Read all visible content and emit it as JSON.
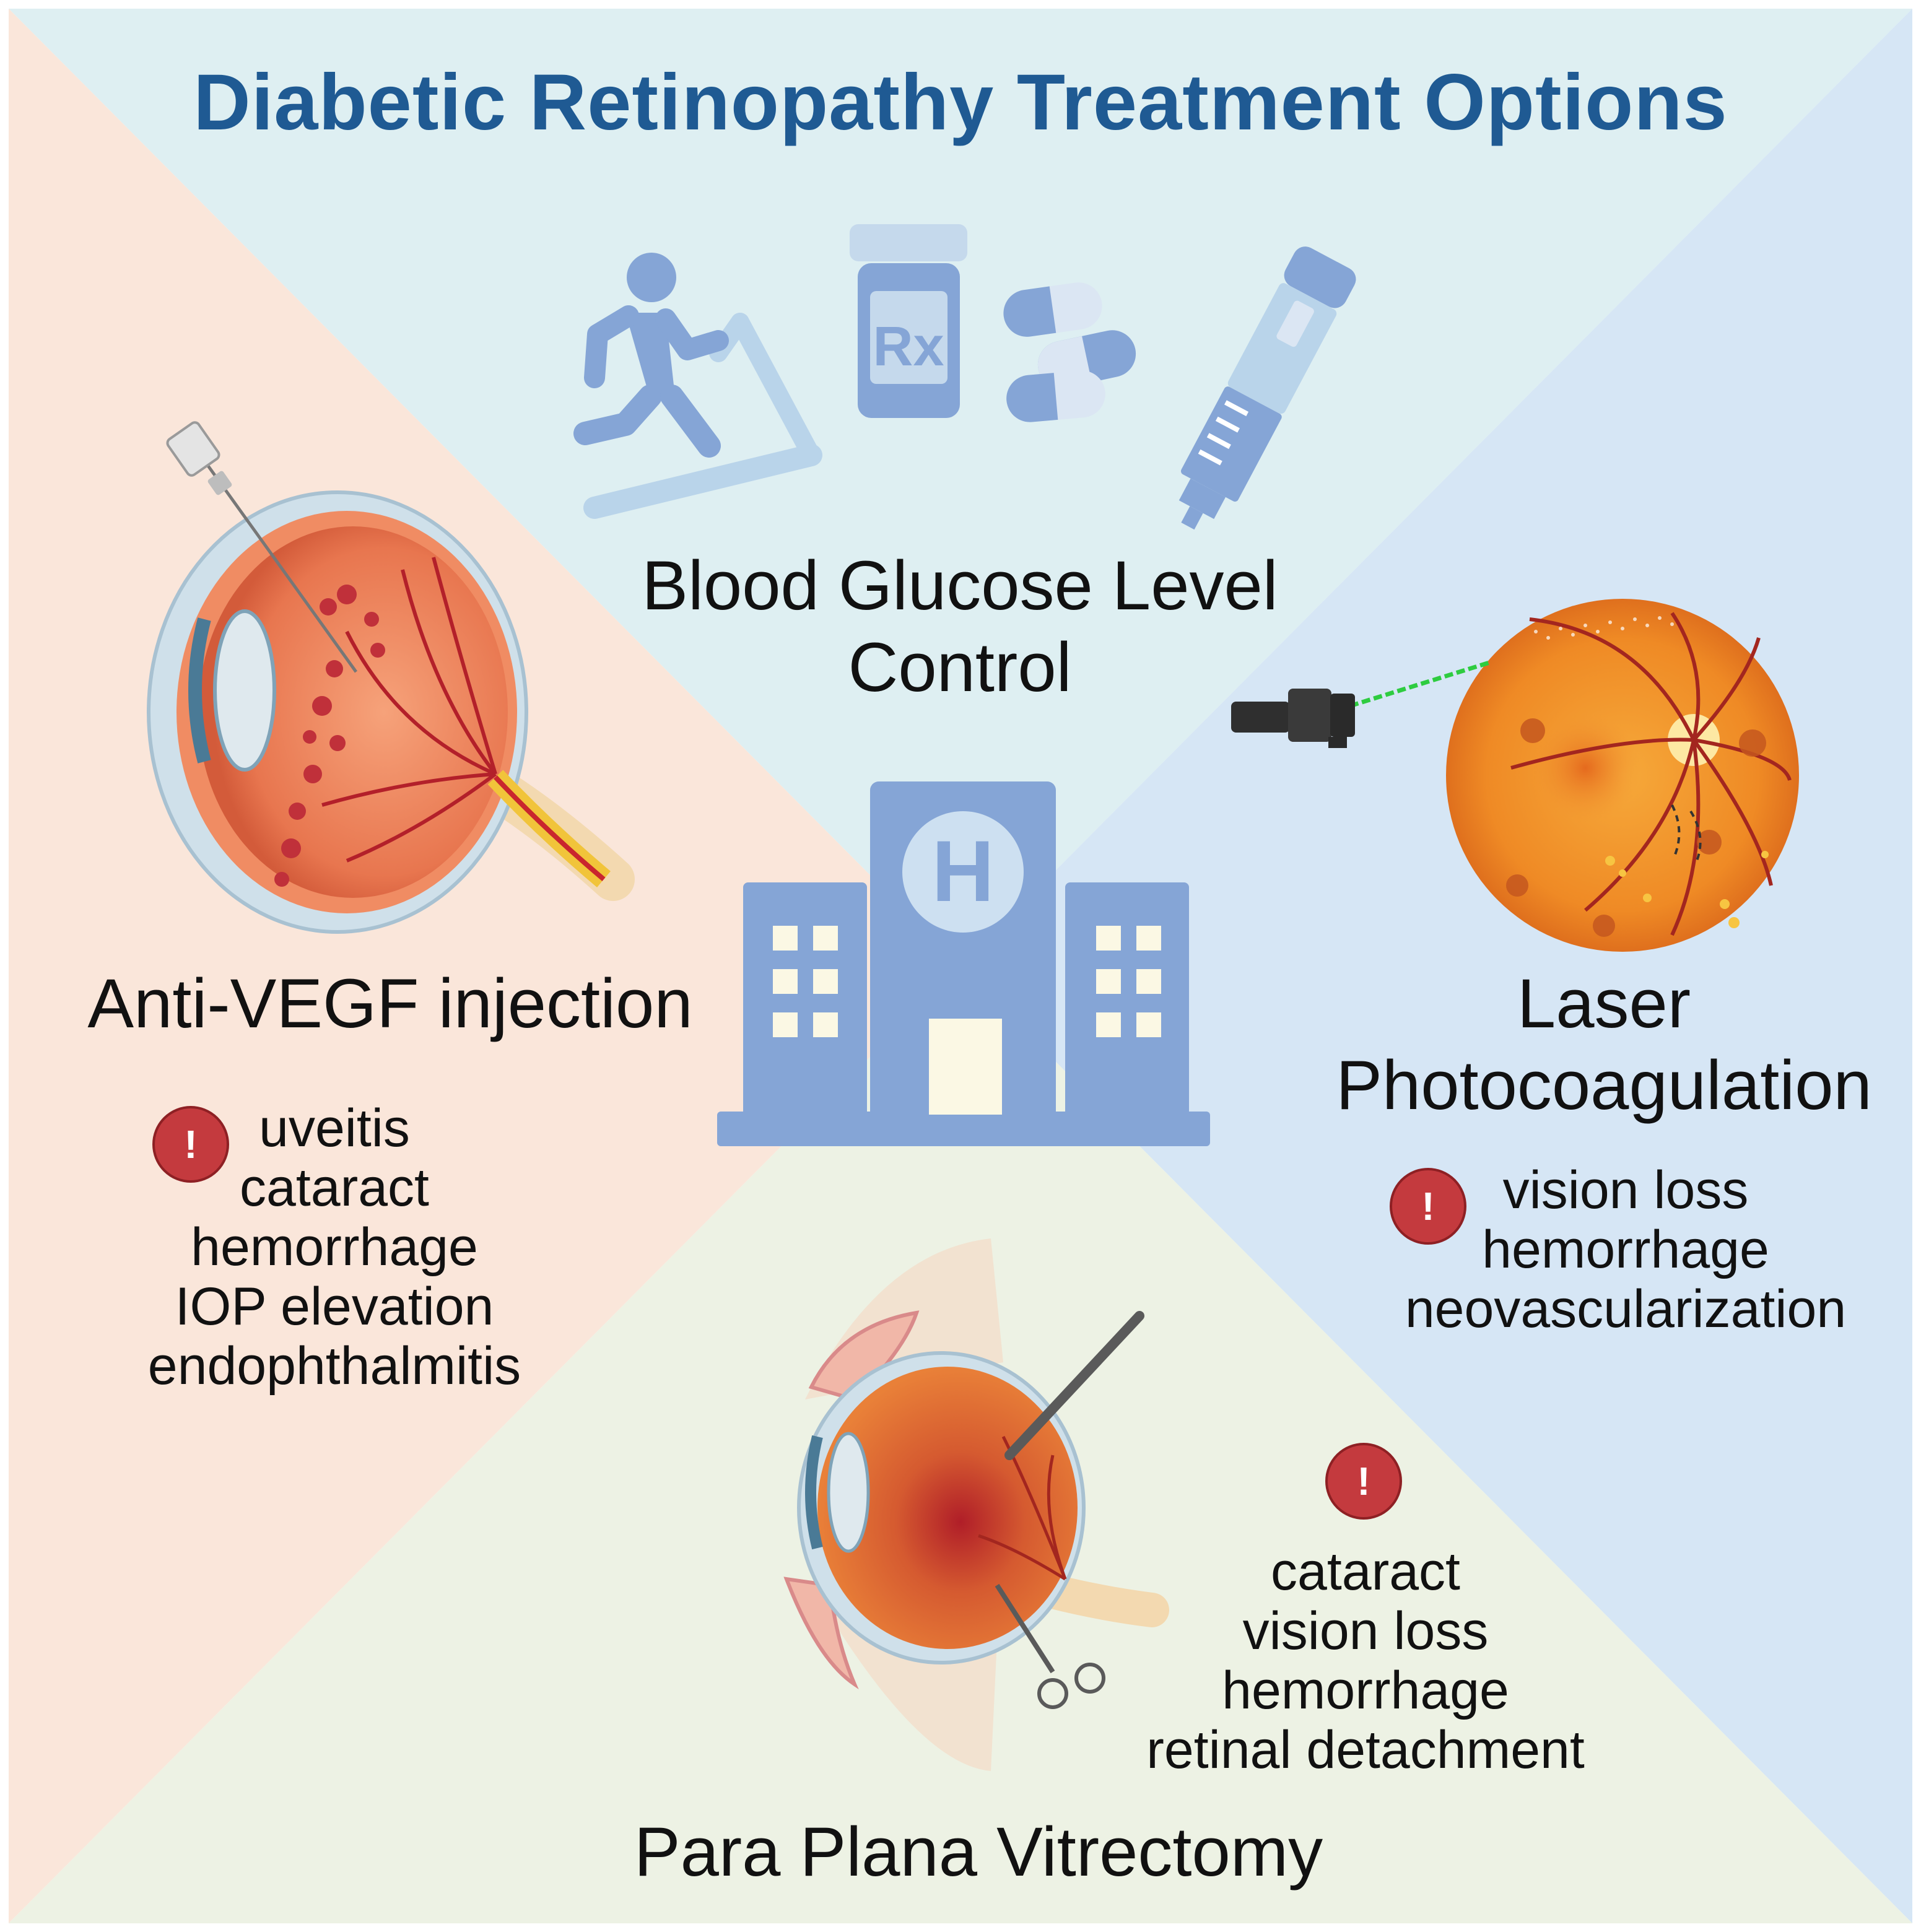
{
  "title": "Diabetic Retinopathy Treatment Options",
  "center_icon": "hospital-icon",
  "sections": {
    "glucose": {
      "label_line1": "Blood Glucose Level",
      "label_line2": "Control",
      "icons": [
        "treadmill-runner-icon",
        "prescription-bottle-icon",
        "pills-icon",
        "insulin-pen-icon"
      ],
      "pill_glyph": "Rx"
    },
    "anti_vegf": {
      "label": "Anti-VEGF injection",
      "risks": [
        "uveitis",
        "cataract",
        "hemorrhage",
        "IOP elevation",
        "endophthalmitis"
      ],
      "warning_glyph": "!"
    },
    "laser": {
      "label_line1": "Laser",
      "label_line2": "Photocoagulation",
      "risks": [
        "vision loss",
        "hemorrhage",
        "neovascularization"
      ],
      "warning_glyph": "!"
    },
    "vitrectomy": {
      "label": "Para Plana Vitrectomy",
      "risks": [
        "cataract",
        "vision loss",
        "hemorrhage",
        "retinal detachment"
      ],
      "warning_glyph": "!"
    }
  },
  "colors": {
    "title": "#1f5a93",
    "top_panel": "#deeff2",
    "left_panel": "#fae6da",
    "right_panel": "#d6e6f5",
    "bottom_panel": "#edf2e4",
    "icon_blue": "#85a5d6",
    "warning_red": "#c43a3e",
    "laser_beam": "#2ecc40"
  }
}
